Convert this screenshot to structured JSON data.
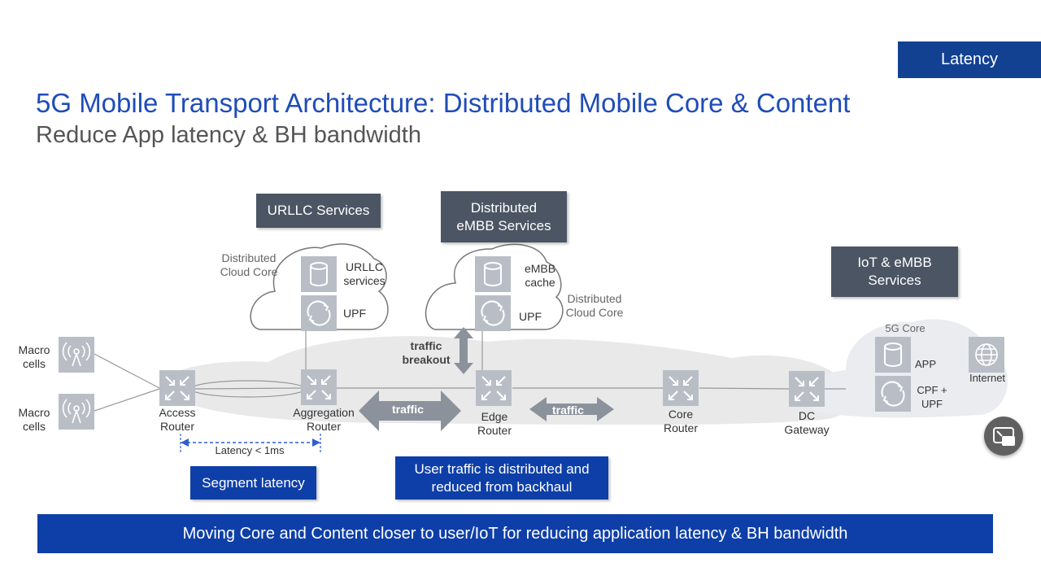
{
  "header": {
    "tag": "Latency",
    "title": "5G Mobile Transport Architecture: Distributed Mobile Core & Content",
    "subtitle": "Reduce App latency & BH bandwidth"
  },
  "diagram": {
    "service_boxes": {
      "urllc": "URLLC Services",
      "embb_line1": "Distributed",
      "embb_line2": "eMBB Services",
      "iot_line1": "IoT & eMBB",
      "iot_line2": "Services"
    },
    "clouds": {
      "left_label_line1": "Distributed",
      "left_label_line2": "Cloud Core",
      "left_services_line1": "URLLC",
      "left_services_line2": "services",
      "left_upf": "UPF",
      "mid_label_line1": "Distributed",
      "mid_label_line2": "Cloud Core",
      "mid_cache_line1": "eMBB",
      "mid_cache_line2": "cache",
      "mid_upf": "UPF",
      "core_label": "5G Core",
      "core_app": "APP",
      "core_cpf_line1": "CPF +",
      "core_cpf_line2": "UPF"
    },
    "cells": [
      {
        "line1": "Macro",
        "line2": "cells"
      },
      {
        "line1": "Macro",
        "line2": "cells"
      }
    ],
    "nodes": {
      "access_line1": "Access",
      "access_line2": "Router",
      "aggregation_line1": "Aggregation",
      "aggregation_line2": "Router",
      "edge_line1": "Edge",
      "edge_line2": "Router",
      "core_line1": "Core",
      "core_line2": "Router",
      "dc_line1": "DC",
      "dc_line2": "Gateway",
      "internet": "Internet"
    },
    "arrows": {
      "breakout_line1": "traffic",
      "breakout_line2": "breakout",
      "traffic_left": "traffic",
      "traffic_right": "traffic"
    },
    "latency_measure": "Latency < 1ms",
    "callouts": {
      "segment": "Segment latency",
      "distributed_line1": "User traffic is distributed and",
      "distributed_line2": "reduced from backhaul"
    }
  },
  "footer": {
    "banner": "Moving Core and Content closer to user/IoT for reducing application latency & BH bandwidth"
  },
  "colors": {
    "brand_blue": "#124191",
    "title_blue": "#1f4db8",
    "callout_blue": "#0e3fa8",
    "dark_box": "#4b5563",
    "icon_grey": "#b9bec6"
  },
  "icons": [
    "antenna-icon",
    "router-icon",
    "database-icon",
    "upf-icon",
    "globe-icon",
    "screen-share-icon"
  ]
}
